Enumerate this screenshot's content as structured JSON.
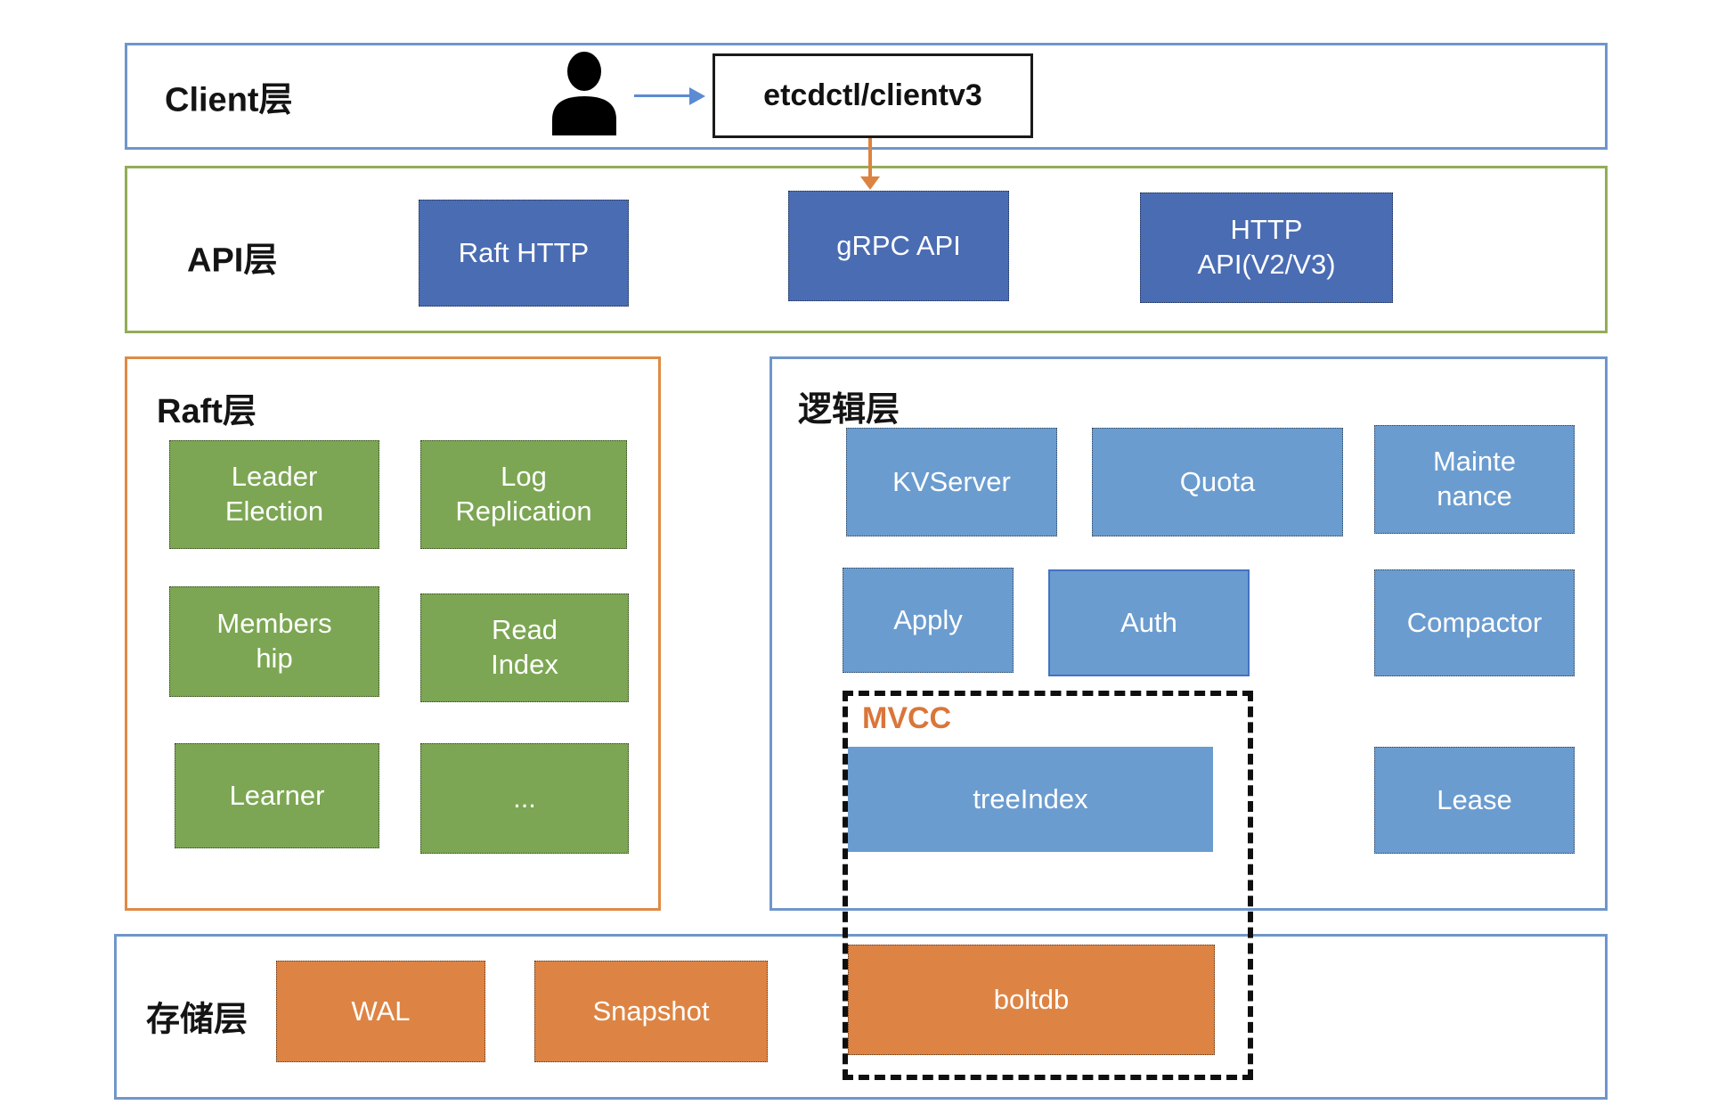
{
  "client_layer": {
    "label": "Client层",
    "client_box": "etcdctl/clientv3"
  },
  "api_layer": {
    "label": "API层",
    "raft_http": "Raft HTTP",
    "grpc_api": "gRPC API",
    "http_api": "HTTP API(V2/V3)"
  },
  "raft_layer": {
    "label": "Raft层",
    "leader_election": "Leader Election",
    "log_replication": "Log Replication",
    "membership": "Members hip",
    "read_index": "Read Index",
    "learner": "Learner",
    "more": "..."
  },
  "logic_layer": {
    "label": "逻辑层",
    "kvserver": "KVServer",
    "quota": "Quota",
    "maintenance": "Mainte nance",
    "apply": "Apply",
    "auth": "Auth",
    "compactor": "Compactor",
    "mvcc_label": "MVCC",
    "tree_index": "treeIndex",
    "lease": "Lease"
  },
  "storage_layer": {
    "label": "存储层",
    "wal": "WAL",
    "snapshot": "Snapshot",
    "boltdb": "boltdb"
  },
  "colors": {
    "dark_blue_box": "#4a6cb3",
    "light_blue_box": "#6b9ccf",
    "green_box": "#7ca653",
    "orange_box": "#dd8444",
    "blue_layer_border": "#7096ca",
    "api_layer_border": "#93ac57",
    "raft_layer_border": "#e08a45",
    "mvcc_text": "#d9763a",
    "arrow_blue": "#5b8bd3",
    "arrow_orange": "#dd8340"
  }
}
